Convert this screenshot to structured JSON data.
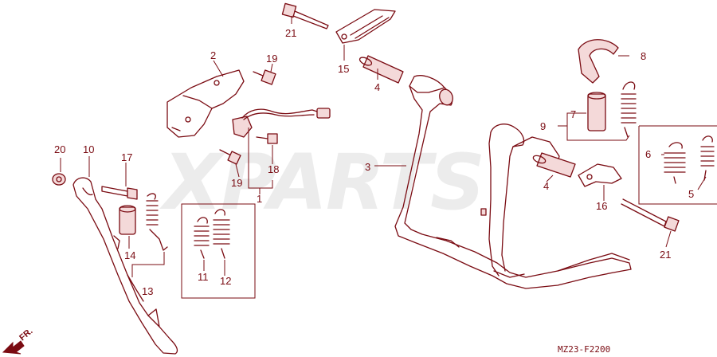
{
  "diagram": {
    "watermark": "XPARTS",
    "drawing_code": "MZ23-F2200",
    "direction_label": "FR.",
    "colors": {
      "line": "#7a0b12",
      "fill": "#f4d9d9",
      "watermark": "#ececec"
    },
    "callouts": [
      {
        "id": "c1",
        "label": "1"
      },
      {
        "id": "c2",
        "label": "2"
      },
      {
        "id": "c3",
        "label": "3"
      },
      {
        "id": "c4a",
        "label": "4"
      },
      {
        "id": "c4b",
        "label": "4"
      },
      {
        "id": "c5",
        "label": "5"
      },
      {
        "id": "c6",
        "label": "6"
      },
      {
        "id": "c7",
        "label": "7"
      },
      {
        "id": "c8",
        "label": "8"
      },
      {
        "id": "c9",
        "label": "9"
      },
      {
        "id": "c10",
        "label": "10"
      },
      {
        "id": "c11",
        "label": "11"
      },
      {
        "id": "c12",
        "label": "12"
      },
      {
        "id": "c13",
        "label": "13"
      },
      {
        "id": "c14",
        "label": "14"
      },
      {
        "id": "c15",
        "label": "15"
      },
      {
        "id": "c16",
        "label": "16"
      },
      {
        "id": "c17",
        "label": "17"
      },
      {
        "id": "c18",
        "label": "18"
      },
      {
        "id": "c19a",
        "label": "19"
      },
      {
        "id": "c19b",
        "label": "19"
      },
      {
        "id": "c20",
        "label": "20"
      },
      {
        "id": "c21a",
        "label": "21"
      },
      {
        "id": "c21b",
        "label": "21"
      }
    ]
  }
}
